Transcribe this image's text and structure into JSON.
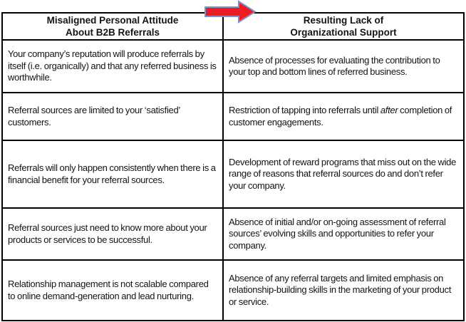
{
  "page": {
    "background_color": "#ffffff",
    "text_color": "#141414",
    "table_border_color": "#000000"
  },
  "arrow": {
    "meaning": "maps left column attitude to right column result",
    "fill": "#ee1b23",
    "stroke": "#8091c8"
  },
  "table": {
    "header": {
      "left": {
        "line1": "Misaligned Personal Attitude",
        "line2": "About B2B Referrals"
      },
      "right": {
        "line1": "Resulting Lack of",
        "line2": "Organizational Support"
      }
    },
    "rows": [
      {
        "left": "Your company’s reputation will produce referrals by itself (i.e. organically) and that any referred business is worthwhile.",
        "right": "Absence of processes for evaluating the contribution to your top and bottom lines of referred business."
      },
      {
        "left": "Referral sources are limited to your ‘satisfied’ customers.",
        "right_parts": [
          "Restriction of tapping into referrals until ",
          "after",
          " completion of customer engagements."
        ]
      },
      {
        "left": "Referrals will only happen consistently when there is a financial benefit for your referral sources.",
        "right": "Development of reward programs that miss out on the wide range of reasons that referral sources do and don’t refer your company."
      },
      {
        "left": "Referral sources just need to know more about your products or services to be successful.",
        "right": "Absence of initial and/or on-going assessment of referral sources’ evolving skills and opportunities to refer your company."
      },
      {
        "left": "Relationship management is not scalable compared to online demand-generation and lead nurturing.",
        "right": "Absence of any referral targets and limited emphasis on relationship-building skills in the marketing of your product or service."
      }
    ]
  }
}
